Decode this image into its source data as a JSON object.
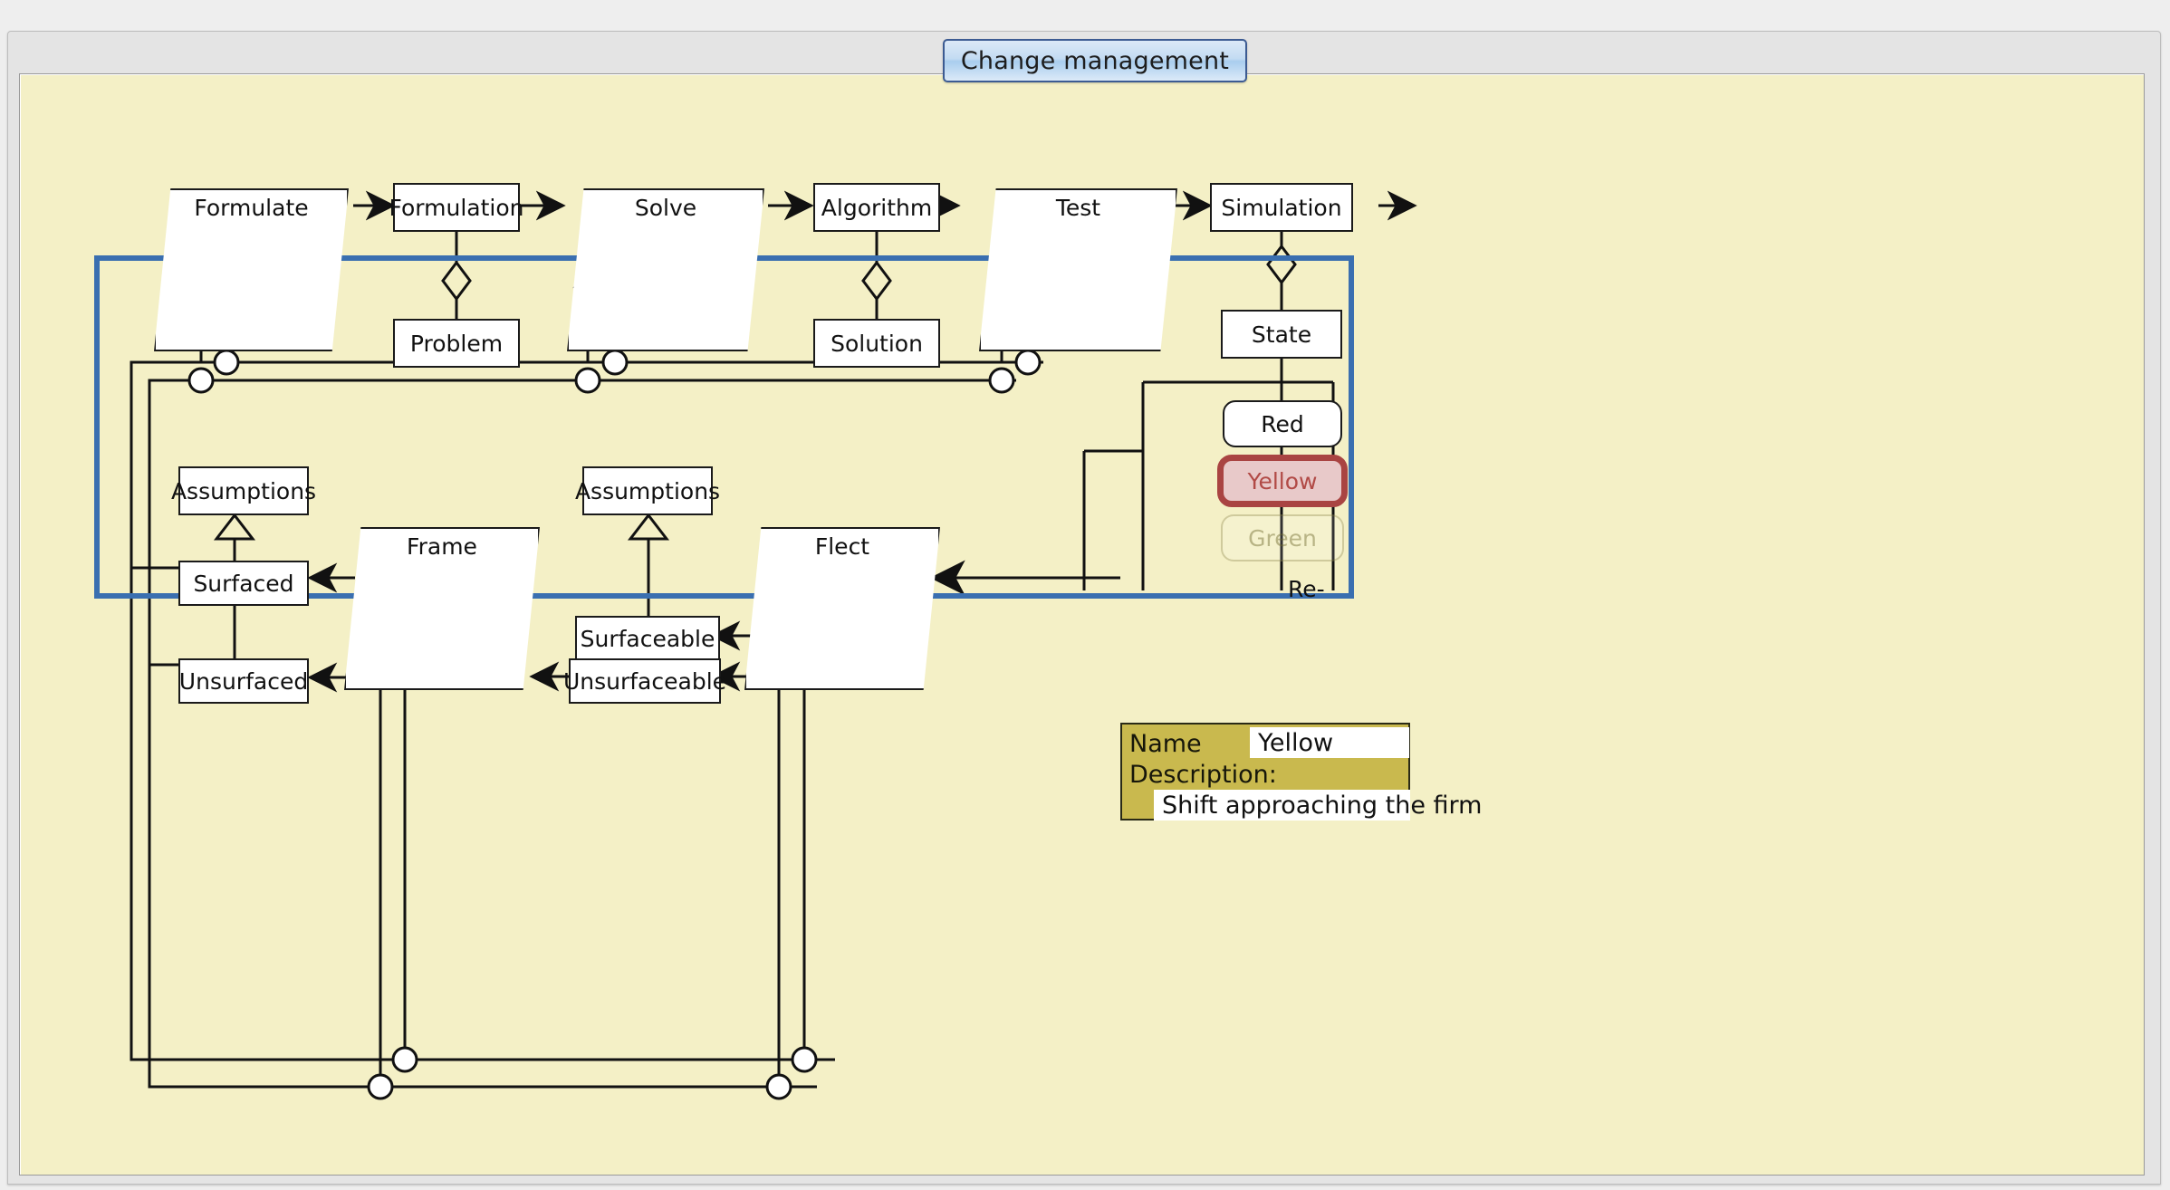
{
  "window": {
    "tab_label": "Change management",
    "canvas_bg": "#f4f0c6",
    "swimlane_color": "#3a6fb0",
    "highlight_color": "#a94442",
    "tooltip_bg": "#c4b240"
  },
  "swimlane": {
    "label": "Re-"
  },
  "processes": [
    {
      "id": "formulate",
      "label": "Formulate"
    },
    {
      "id": "solve",
      "label": "Solve"
    },
    {
      "id": "test",
      "label": "Test"
    },
    {
      "id": "frame",
      "label": "Frame"
    },
    {
      "id": "flect",
      "label": "Flect"
    }
  ],
  "artifacts": [
    {
      "id": "formulation",
      "label": "Formulation"
    },
    {
      "id": "problem",
      "label": "Problem"
    },
    {
      "id": "algorithm",
      "label": "Algorithm"
    },
    {
      "id": "solution",
      "label": "Solution"
    },
    {
      "id": "simulation",
      "label": "Simulation"
    },
    {
      "id": "state",
      "label": "State"
    },
    {
      "id": "assumptions_l",
      "label": "Assumptions"
    },
    {
      "id": "assumptions_m",
      "label": "Assumptions"
    },
    {
      "id": "surfaced",
      "label": "Surfaced"
    },
    {
      "id": "unsurfaced",
      "label": "Unsurfaced"
    },
    {
      "id": "surfaceable",
      "label": "Surfaceable"
    },
    {
      "id": "unsurfaceable",
      "label": "Unsurfaceable"
    }
  ],
  "states": [
    {
      "id": "red",
      "label": "Red",
      "selected": false
    },
    {
      "id": "yellow",
      "label": "Yellow",
      "selected": true
    },
    {
      "id": "green",
      "label": "Green",
      "selected": false
    }
  ],
  "tooltip": {
    "name_label": "Name",
    "name_value": "Yellow",
    "description_label": "Description:",
    "description_value": "Shift approaching the firm"
  }
}
